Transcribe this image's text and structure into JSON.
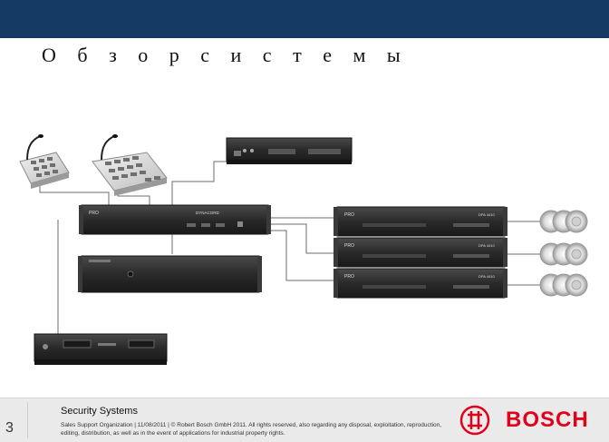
{
  "slide": {
    "title": "О б з о р   с и с т е м ы",
    "slide_number": "3"
  },
  "devices": {
    "amplifier_label": "PRO",
    "amp_model": "DYNACORD",
    "unit_code": "DPA 4410"
  },
  "footer": {
    "title": "Security Systems",
    "text": "Sales Support Organization | 11/08/2011 | © Robert Bosch GmbH 2011. All rights reserved, also regarding any disposal, exploitation, reproduction, editing, distribution, as well as in the event of applications for industrial property rights.",
    "brand": "BOSCH"
  },
  "colors": {
    "header_bar": "#143a63",
    "brand_red": "#e2001a"
  }
}
